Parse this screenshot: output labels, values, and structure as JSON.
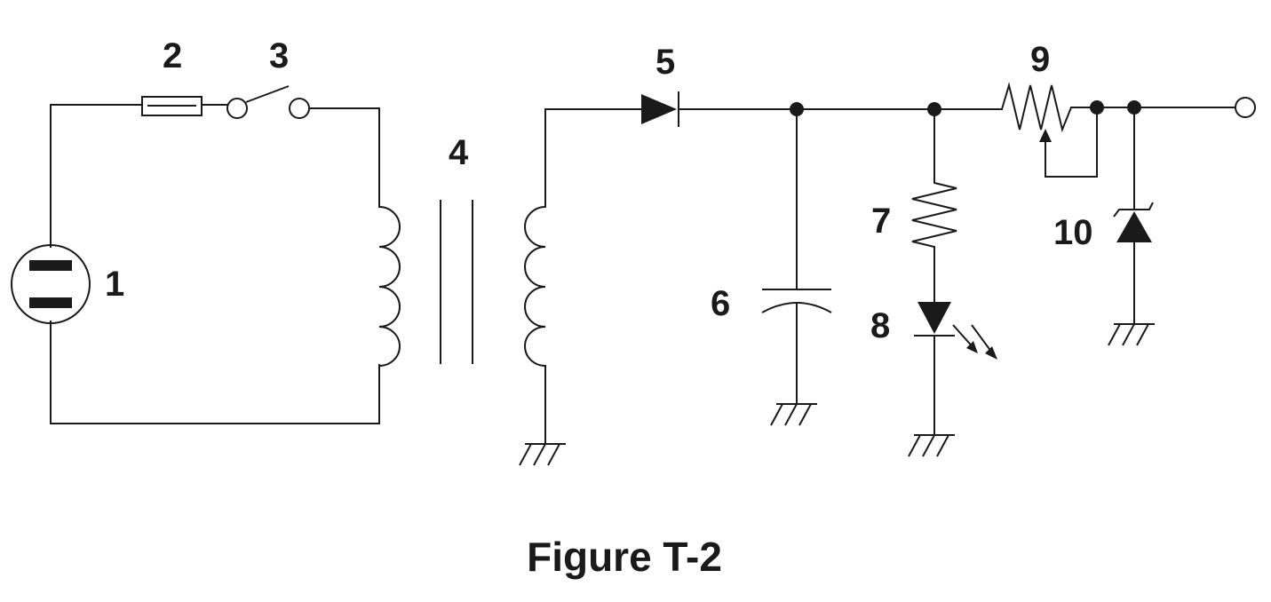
{
  "figure": {
    "caption": "Figure T-2",
    "component_labels": [
      "1",
      "2",
      "3",
      "4",
      "5",
      "6",
      "7",
      "8",
      "9",
      "10"
    ]
  },
  "colors": {
    "ink": "#1a1a1a",
    "background": "#ffffff"
  }
}
